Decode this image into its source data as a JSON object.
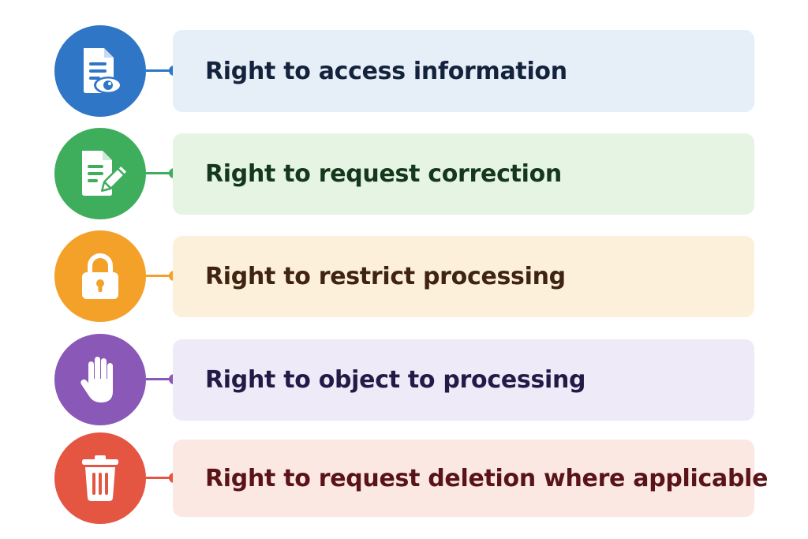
{
  "rights": [
    {
      "label": "Right to access information",
      "icon": "document-eye-icon",
      "accent_color": "#2f76c6",
      "card_color": "#e6eef8",
      "text_color": "#14233c"
    },
    {
      "label": "Right to request correction",
      "icon": "document-edit-icon",
      "accent_color": "#3eae5d",
      "card_color": "#e6f4e4",
      "text_color": "#15381d"
    },
    {
      "label": "Right to restrict processing",
      "icon": "lock-icon",
      "accent_color": "#f4a12a",
      "card_color": "#fdf0db",
      "text_color": "#3e2411"
    },
    {
      "label": "Right to object to processing",
      "icon": "hand-stop-icon",
      "accent_color": "#8a58b7",
      "card_color": "#eeeaf7",
      "text_color": "#241a47"
    },
    {
      "label": "Right to request deletion where applicable",
      "icon": "trash-icon",
      "accent_color": "#e45542",
      "card_color": "#fbe8e3",
      "text_color": "#5a1418"
    }
  ]
}
